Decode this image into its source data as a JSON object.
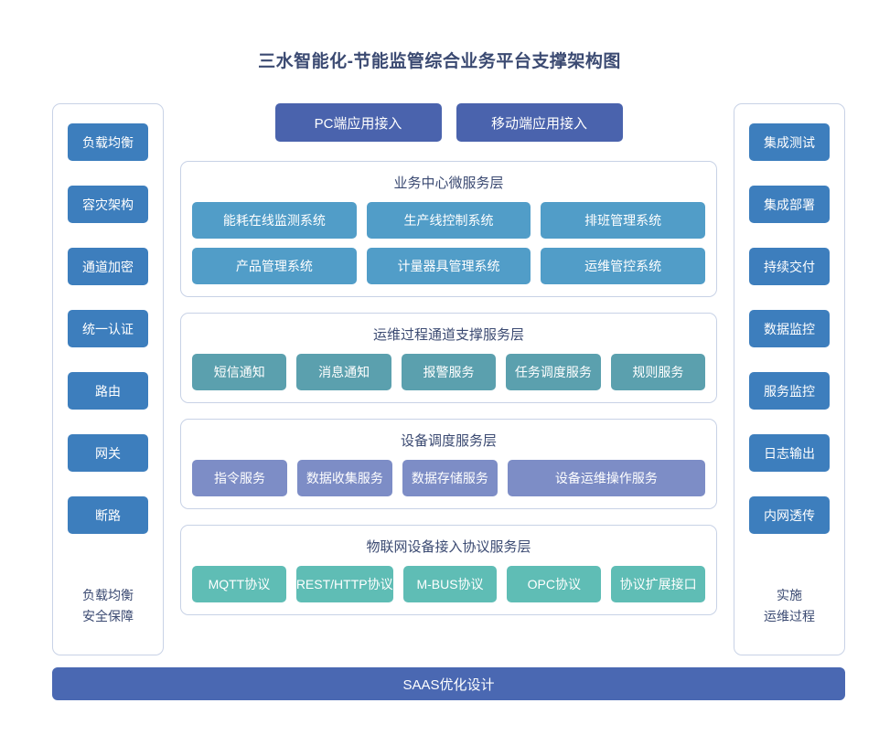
{
  "title": "三水智能化-节能监管综合业务平台支撑架构图",
  "colors": {
    "title_text": "#3b4a72",
    "rail_tile": "#3d7ebd",
    "access_button": "#4a63ad",
    "business_tile": "#519dc8",
    "ops_tile": "#5ba0ae",
    "device_tile": "#7d8dc6",
    "iot_tile": "#5fbdb5",
    "bottom_bar": "#4a68b2",
    "panel_border": "#c8d2e6",
    "background": "#ffffff"
  },
  "left_rail": {
    "items": [
      {
        "label": "负载均衡"
      },
      {
        "label": "容灾架构"
      },
      {
        "label": "通道加密"
      },
      {
        "label": "统一认证"
      },
      {
        "label": "路由"
      },
      {
        "label": "网关"
      },
      {
        "label": "断路"
      }
    ],
    "footer": {
      "line1": "负载均衡",
      "line2": "安全保障"
    }
  },
  "right_rail": {
    "items": [
      {
        "label": "集成测试"
      },
      {
        "label": "集成部署"
      },
      {
        "label": "持续交付"
      },
      {
        "label": "数据监控"
      },
      {
        "label": "服务监控"
      },
      {
        "label": "日志输出"
      },
      {
        "label": "内网透传"
      }
    ],
    "footer": {
      "line1": "实施",
      "line2": "运维过程"
    }
  },
  "access": {
    "buttons": [
      {
        "label": "PC端应用接入"
      },
      {
        "label": "移动端应用接入"
      }
    ]
  },
  "layers": [
    {
      "title": "业务中心微服务层",
      "rows": [
        [
          {
            "label": "能耗在线监测系统"
          },
          {
            "label": "生产线控制系统"
          },
          {
            "label": "排班管理系统"
          }
        ],
        [
          {
            "label": "产品管理系统"
          },
          {
            "label": "计量器具管理系统"
          },
          {
            "label": "运维管控系统"
          }
        ]
      ]
    },
    {
      "title": "运维过程通道支撑服务层",
      "rows": [
        [
          {
            "label": "短信通知"
          },
          {
            "label": "消息通知"
          },
          {
            "label": "报警服务"
          },
          {
            "label": "任务调度服务"
          },
          {
            "label": "规则服务"
          }
        ]
      ]
    },
    {
      "title": "设备调度服务层",
      "rows": [
        [
          {
            "label": "指令服务"
          },
          {
            "label": "数据收集服务"
          },
          {
            "label": "数据存储服务"
          },
          {
            "label": "设备运维操作服务"
          }
        ]
      ]
    },
    {
      "title": "物联网设备接入协议服务层",
      "rows": [
        [
          {
            "label": "MQTT协议"
          },
          {
            "label": "REST/HTTP协议"
          },
          {
            "label": "M-BUS协议"
          },
          {
            "label": "OPC协议"
          },
          {
            "label": "协议扩展接口"
          }
        ]
      ]
    }
  ],
  "bottom_bar": {
    "label": "SAAS优化设计"
  }
}
